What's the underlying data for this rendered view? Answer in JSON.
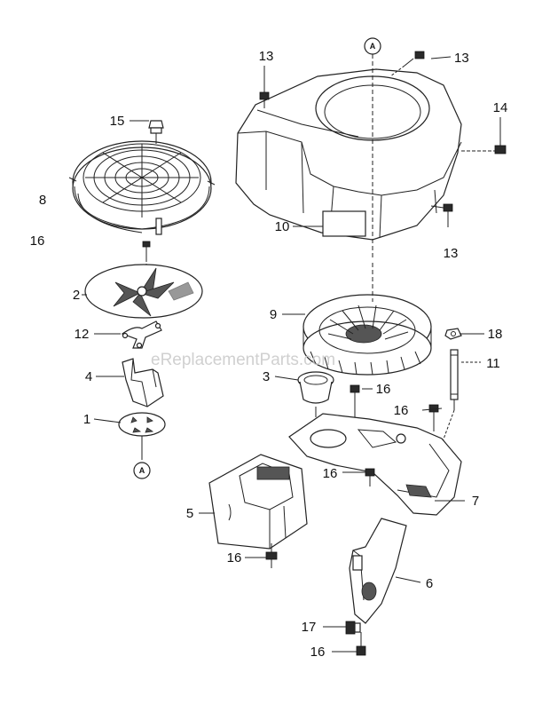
{
  "watermark": "eReplacementParts.com",
  "callout_letter": "A",
  "labels": {
    "p1": "1",
    "p2": "2",
    "p3": "3",
    "p4": "4",
    "p5": "5",
    "p6": "6",
    "p7": "7",
    "p8": "8",
    "p9": "9",
    "p10": "10",
    "p11": "11",
    "p12": "12",
    "p13a": "13",
    "p13b": "13",
    "p13c": "13",
    "p14": "14",
    "p15": "15",
    "p16a": "16",
    "p16b": "16",
    "p16c": "16",
    "p16d": "16",
    "p16e": "16",
    "p16f": "16",
    "p17": "17",
    "p18": "18"
  }
}
